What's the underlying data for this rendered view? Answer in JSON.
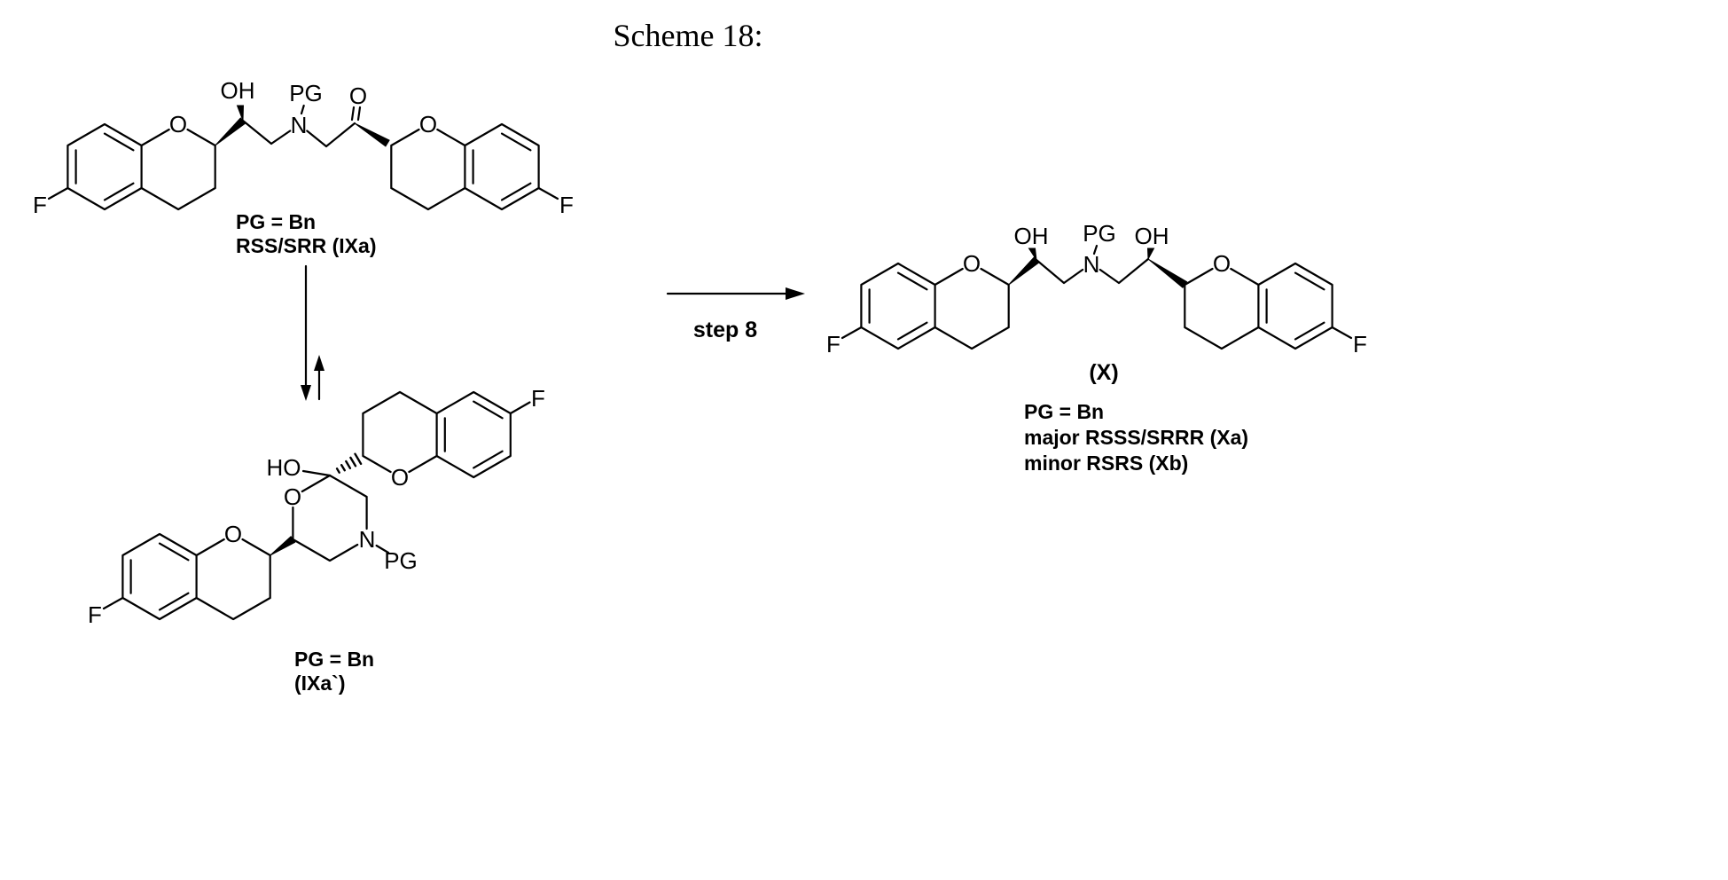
{
  "title": "Scheme 18:",
  "reaction": {
    "step_label": "step 8"
  },
  "molecules": {
    "ketone": {
      "labels": {
        "oh": "OH",
        "pg": "PG",
        "carbonyl_o": "O",
        "n": "N",
        "left_ring_o": "O",
        "right_ring_o": "O",
        "left_f": "F",
        "right_f": "F"
      },
      "caption": [
        "PG = Bn",
        "RSS/SRR (IXa)"
      ]
    },
    "hemiketal": {
      "labels": {
        "ho": "HO",
        "ring_o": "O",
        "n": "N",
        "pg": "PG",
        "top_ring_o": "O",
        "bottom_ring_o": "O",
        "top_f": "F",
        "bottom_f": "F"
      },
      "caption": [
        "PG = Bn",
        "(IXa`)"
      ]
    },
    "diol": {
      "labels": {
        "left_oh": "OH",
        "pg": "PG",
        "right_oh": "OH",
        "n": "N",
        "left_ring_o": "O",
        "right_ring_o": "O",
        "left_f": "F",
        "right_f": "F"
      },
      "compound_label": "(X)",
      "caption": [
        "PG = Bn",
        "major RSSS/SRRR (Xa)",
        "minor RSRS (Xb)"
      ]
    }
  },
  "colors": {
    "ink": "#000000",
    "background": "#ffffff"
  }
}
